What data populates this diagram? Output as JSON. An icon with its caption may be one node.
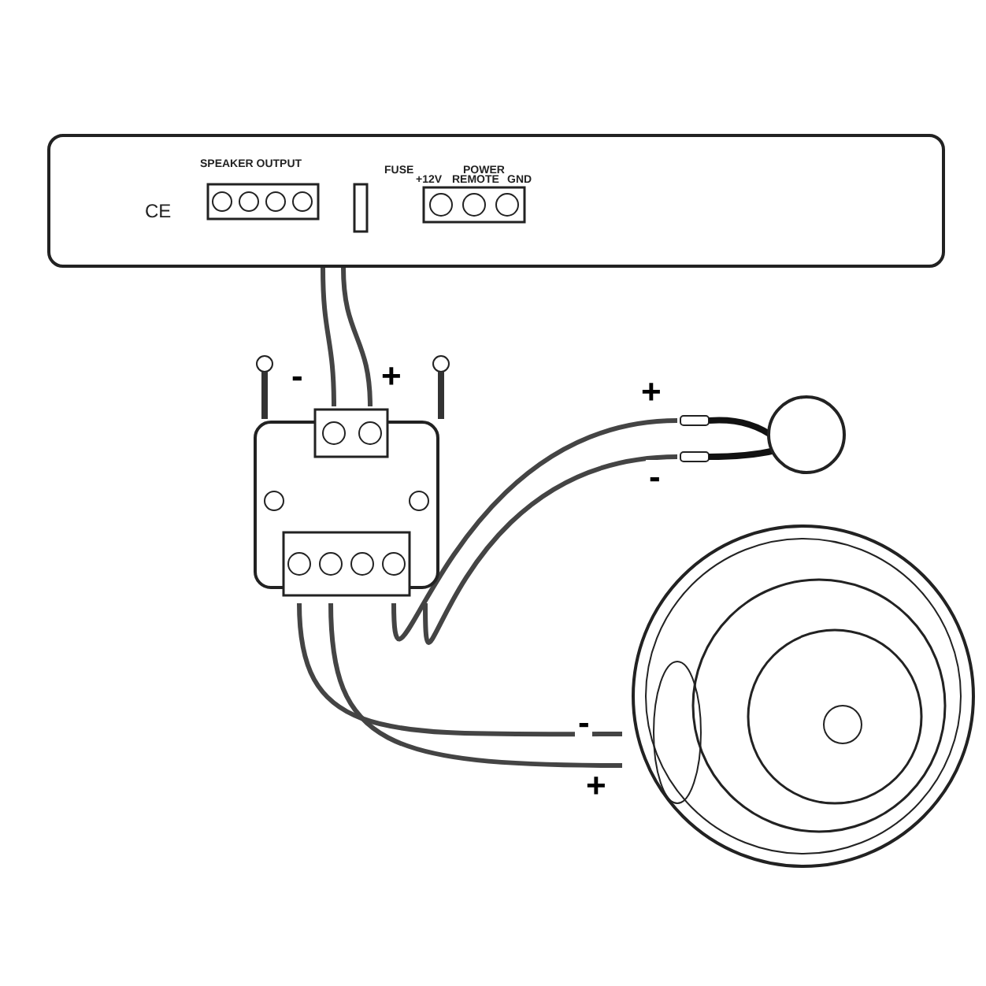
{
  "diagram": {
    "nodes": [
      {
        "text": [
          "SPEAKER OUTPUT",
          "FUSE",
          "POWER",
          "+12V",
          "REMOTE",
          "GND",
          "CE"
        ]
      },
      {
        "text": [],
        "shape": "picture"
      },
      {
        "text": [],
        "shape": "picture"
      },
      {
        "text": [],
        "shape": "picture"
      }
    ],
    "edges": [
      {
        "from": 0,
        "to": 1,
        "arrow": "none",
        "label": "-"
      },
      {
        "from": 0,
        "to": 1,
        "arrow": "none",
        "label": "+"
      },
      {
        "from": 1,
        "to": 2,
        "arrow": "none",
        "label": "+"
      },
      {
        "from": 1,
        "to": 2,
        "arrow": "none",
        "label": "-"
      },
      {
        "from": 1,
        "to": 3,
        "arrow": "none",
        "label": "-"
      },
      {
        "from": 1,
        "to": 3,
        "arrow": "none",
        "label": "+"
      }
    ]
  }
}
